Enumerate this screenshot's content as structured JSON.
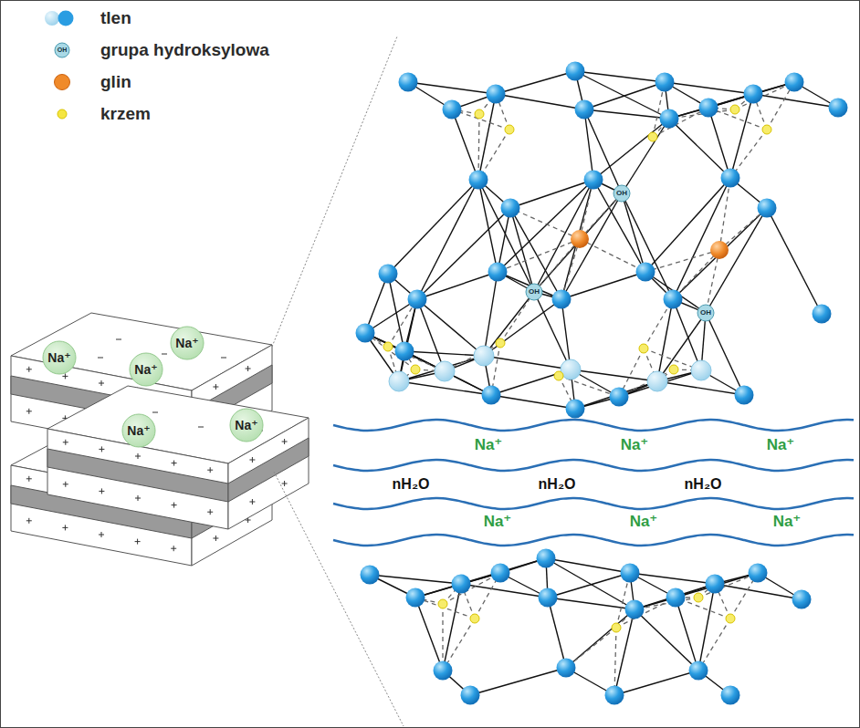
{
  "diagram": {
    "nodes": [
      {
        "text": [
          "OH"
        ]
      },
      {
        "text": [
          "OH"
        ]
      },
      {
        "text": [
          "OH"
        ]
      },
      {
        "text": [
          "Na⁺"
        ]
      },
      {
        "text": [
          "Na⁺"
        ]
      },
      {
        "text": [
          "Na⁺"
        ]
      },
      {
        "text": [
          "Na⁺"
        ]
      },
      {
        "text": [
          "Na⁺"
        ]
      }
    ],
    "labels": [
      "OH",
      "Na⁺",
      "Na⁺",
      "Na⁺",
      "nH₂O",
      "nH₂O",
      "nH₂O",
      "Na⁺",
      "Na⁺",
      "Na⁺"
    ],
    "legend": [
      {
        "text": "tlen",
        "color": "#2a9de2"
      },
      {
        "text": "grupa hydroksylowa"
      },
      {
        "text": "glin",
        "color": "#f08a2a"
      },
      {
        "text": "krzem",
        "color": "#f5e642"
      }
    ]
  }
}
